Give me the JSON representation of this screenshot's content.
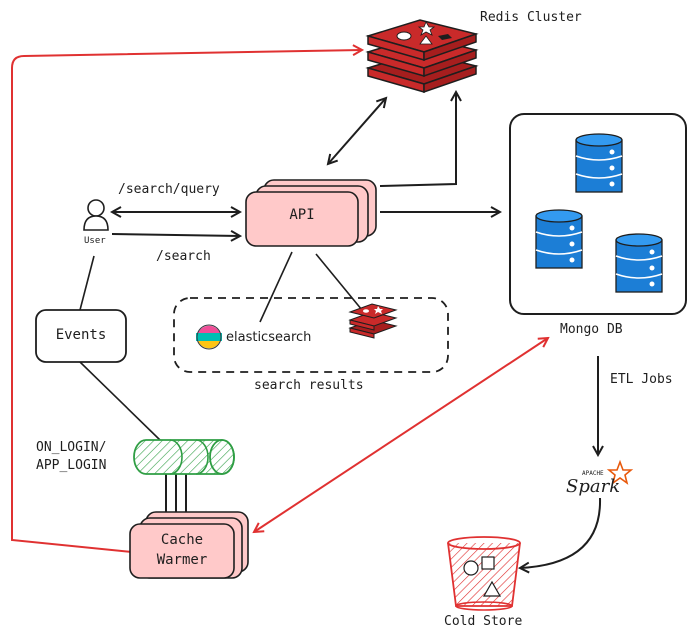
{
  "labels": {
    "redis_cluster": "Redis Cluster",
    "mongo_db": "Mongo DB",
    "api": "API",
    "user": "User",
    "events": "Events",
    "search_query": "/search/query",
    "search": "/search",
    "search_results": "search results",
    "elasticsearch": "elasticsearch",
    "on_login": "ON_LOGIN/",
    "app_login": "APP_LOGIN",
    "cache_warmer_line1": "Cache",
    "cache_warmer_line2": "Warmer",
    "etl_jobs": "ETL Jobs",
    "spark": "Spark",
    "spark_apache": "APACHE",
    "cold_store": "Cold Store"
  },
  "colors": {
    "ink": "#1e1e1e",
    "api_fill": "#ffc9c9",
    "redis_red": "#c92a2a",
    "mongo_blue": "#1c7ed6",
    "queue_green": "#2f9e44",
    "red_arrow": "#e03131",
    "spark_orange": "#e8590c"
  },
  "icons": [
    "user-icon",
    "redis-icon",
    "mongodb-icon",
    "elasticsearch-icon",
    "spark-icon",
    "bucket-icon"
  ]
}
